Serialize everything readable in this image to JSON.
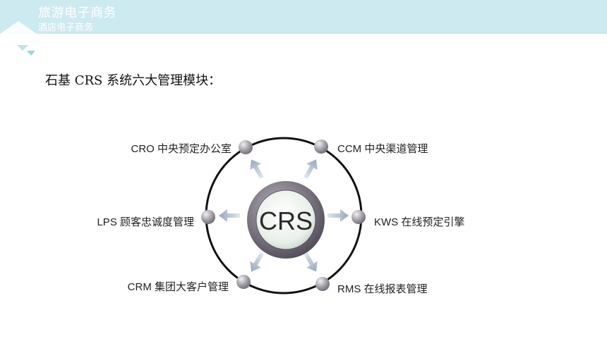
{
  "header": {
    "title": "旅游电子商务",
    "subtitle": "酒店电子商务"
  },
  "slide": {
    "title": "石基 CRS 系统六大管理模块："
  },
  "diagram": {
    "center_label": "CRS",
    "modules": [
      {
        "key": "cro",
        "label": "CRO 中央预定办公室"
      },
      {
        "key": "ccm",
        "label": "CCM 中央渠道管理"
      },
      {
        "key": "lps",
        "label": "LPS 顾客忠诚度管理"
      },
      {
        "key": "kws",
        "label": "KWS 在线预定引擎"
      },
      {
        "key": "crm",
        "label": "CRM 集团大客户管理"
      },
      {
        "key": "rms",
        "label": "RMS 在线报表管理"
      }
    ],
    "colors": {
      "header_bg": "#cdeaf0",
      "ring": "#111111",
      "hub_outer": "#7a7480",
      "hub_inner": "#eef3ef",
      "arrow": "#a9b6c8",
      "node": "#9a969e"
    }
  }
}
